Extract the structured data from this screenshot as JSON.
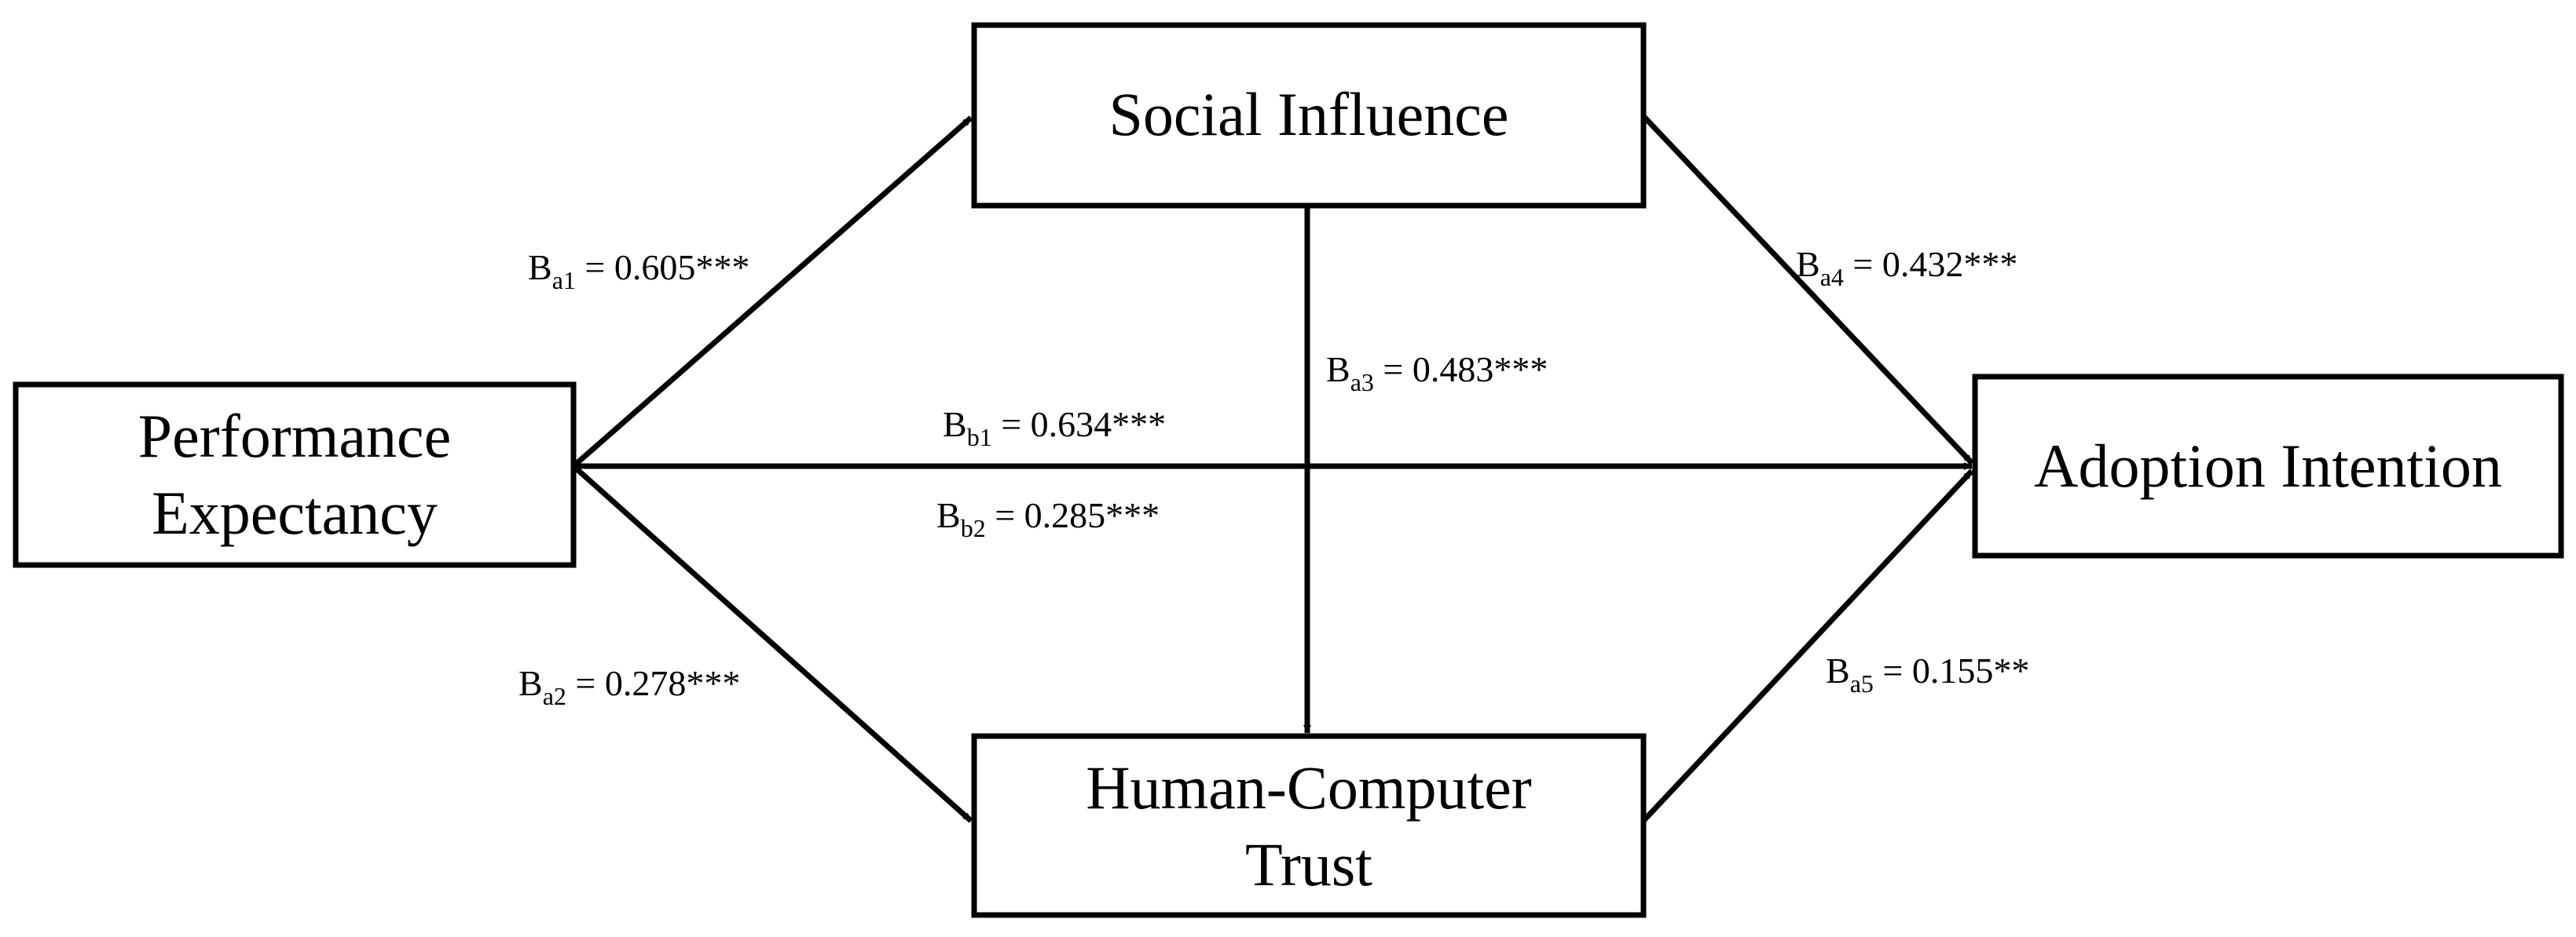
{
  "nodes": {
    "performance_expectancy": {
      "line1": "Performance",
      "line2": "Expectancy"
    },
    "social_influence": {
      "line1": "Social Influence"
    },
    "human_computer_trust": {
      "line1": "Human-Computer",
      "line2": "Trust"
    },
    "adoption_intention": {
      "line1": "Adoption Intention"
    }
  },
  "edges": {
    "a1": {
      "symbol": "B",
      "subscript": "a1",
      "value": " = 0.605***"
    },
    "a2": {
      "symbol": "B",
      "subscript": "a2",
      "value": " = 0.278***"
    },
    "a3": {
      "symbol": "B",
      "subscript": "a3",
      "value": " = 0.483***"
    },
    "a4": {
      "symbol": "B",
      "subscript": "a4",
      "value": " = 0.432***"
    },
    "a5": {
      "symbol": "B",
      "subscript": "a5",
      "value": " = 0.155**"
    },
    "b1": {
      "symbol": "B",
      "subscript": "b1",
      "value": " = 0.634***"
    },
    "b2": {
      "symbol": "B",
      "subscript": "b2",
      "value": " = 0.285***"
    }
  },
  "colors": {
    "stroke": "#000000",
    "background": "#ffffff"
  }
}
